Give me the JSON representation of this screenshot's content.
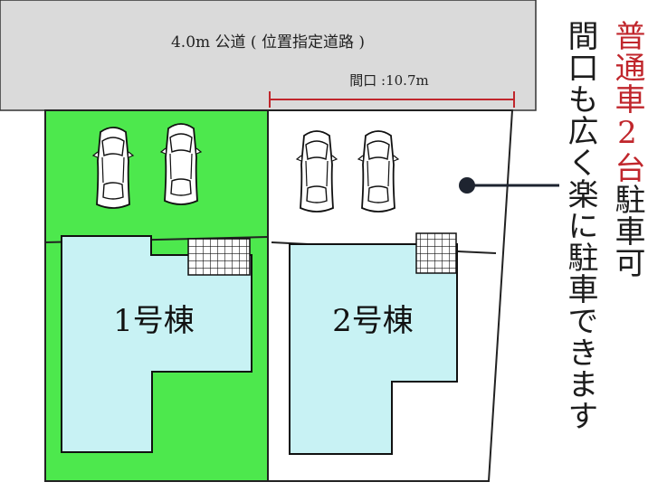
{
  "road": {
    "label": "4.0m 公道 ( 位置指定道路 )"
  },
  "frontage": {
    "label": "間口 :10.7m"
  },
  "lots": [
    {
      "house_label": "1号棟",
      "color": "#4de84d"
    },
    {
      "house_label": "2号棟",
      "color": "#ffffff"
    }
  ],
  "house_fill": "#c8f2f4",
  "road_fill": "#dadada",
  "accent_red": "#c0262c",
  "callout": {
    "headline_red": "普通車2台",
    "headline_dark": "駐車可",
    "subline": "間口も広く楽に駐車できます"
  }
}
